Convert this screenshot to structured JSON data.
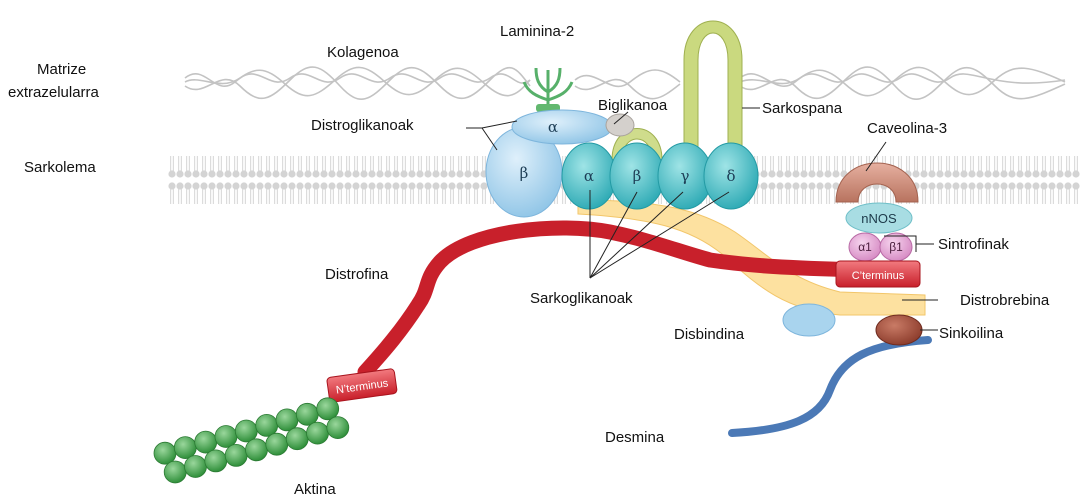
{
  "labels": {
    "ecm_line1": "Matrize",
    "ecm_line2": "extrazelularra",
    "sarcolemma": "Sarkolema",
    "collagen": "Kolagenoa",
    "laminin": "Laminina-2",
    "dystroglycans": "Distroglikanoak",
    "biglycan": "Biglikanoa",
    "sarcospan": "Sarkospana",
    "caveolin": "Caveolina-3",
    "dystrophin": "Distrofina",
    "sarcoglycans": "Sarkoglikanoak",
    "dysbindin": "Disbindina",
    "syntrophins": "Sintrofinak",
    "dystrobrevin": "Distrobrebina",
    "syncoilin": "Sinkoilina",
    "desmin": "Desmina",
    "actin": "Aktina"
  },
  "molecule_text": {
    "dg_alpha": "α",
    "dg_beta": "β",
    "sg_alpha": "α",
    "sg_beta": "β",
    "sg_gamma": "γ",
    "sg_delta": "δ",
    "nnos": "nNOS",
    "syn_a1": "α1",
    "syn_b1": "β1",
    "c_terminus": "C’terminus",
    "n_terminus": "N’terminus"
  },
  "colors": {
    "dystrophin": "#c8202b",
    "dystroglycan": "#a9d4ee",
    "sarcoglycan": "#3fb9c2",
    "sarcospan": "#c4d67a",
    "dystrobrevin": "#fde1a0",
    "caveolin": "#d2927e",
    "nnos": "#a8dde3",
    "syntrophin": "#e6a5d3",
    "actin": "#4fae56",
    "desmin": "#4b79b6",
    "syncoilin": "#9a4a3a",
    "membrane": "#cfcfcf"
  }
}
